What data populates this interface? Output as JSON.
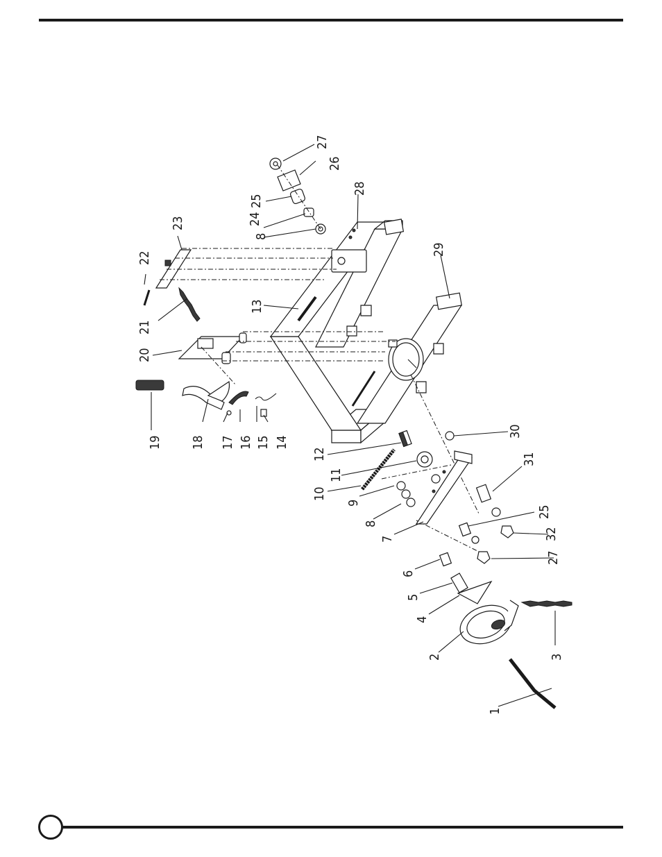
{
  "callouts": [
    {
      "id": "c1",
      "text": "1"
    },
    {
      "id": "c2",
      "text": "2"
    },
    {
      "id": "c3",
      "text": "3"
    },
    {
      "id": "c4",
      "text": "4"
    },
    {
      "id": "c5",
      "text": "5"
    },
    {
      "id": "c6",
      "text": "6"
    },
    {
      "id": "c7",
      "text": "7"
    },
    {
      "id": "c8a",
      "text": "8"
    },
    {
      "id": "c8b",
      "text": "8"
    },
    {
      "id": "c9",
      "text": "9"
    },
    {
      "id": "c10",
      "text": "10"
    },
    {
      "id": "c11",
      "text": "11"
    },
    {
      "id": "c12",
      "text": "12"
    },
    {
      "id": "c13",
      "text": "13"
    },
    {
      "id": "c14",
      "text": "14"
    },
    {
      "id": "c15",
      "text": "15"
    },
    {
      "id": "c16",
      "text": "16"
    },
    {
      "id": "c17",
      "text": "17"
    },
    {
      "id": "c18",
      "text": "18"
    },
    {
      "id": "c19",
      "text": "19"
    },
    {
      "id": "c20",
      "text": "20"
    },
    {
      "id": "c21",
      "text": "21"
    },
    {
      "id": "c22",
      "text": "22"
    },
    {
      "id": "c23",
      "text": "23"
    },
    {
      "id": "c24",
      "text": "24"
    },
    {
      "id": "c25a",
      "text": "25"
    },
    {
      "id": "c25b",
      "text": "25"
    },
    {
      "id": "c26",
      "text": "26"
    },
    {
      "id": "c27a",
      "text": "27"
    },
    {
      "id": "c27b",
      "text": "27"
    },
    {
      "id": "c28",
      "text": "28"
    },
    {
      "id": "c29",
      "text": "29"
    },
    {
      "id": "c30",
      "text": "30"
    },
    {
      "id": "c31",
      "text": "31"
    },
    {
      "id": "c32",
      "text": "32"
    }
  ],
  "colors": {
    "ink": "#1a1a1a",
    "paper": "#ffffff"
  }
}
